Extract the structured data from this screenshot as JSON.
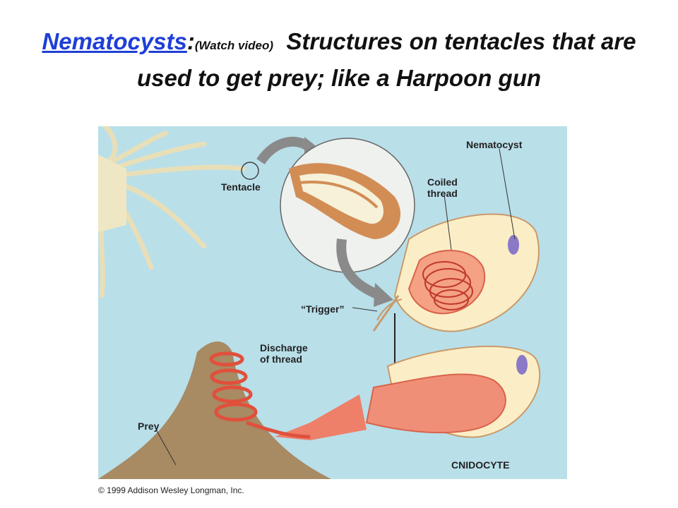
{
  "title": {
    "link_text": "Nematocysts",
    "colon": ":",
    "watch": "(Watch video)",
    "rest": "Structures on tentacles that are used to get prey; like a Harpoon gun"
  },
  "diagram": {
    "labels": {
      "nematocyst": "Nematocyst",
      "tentacle": "Tentacle",
      "coiled_thread_1": "Coiled",
      "coiled_thread_2": "thread",
      "trigger": "“Trigger”",
      "discharge_1": "Discharge",
      "discharge_2": "of thread",
      "prey": "Prey",
      "cnidocyte": "CNIDOCYTE"
    },
    "copyright": "© 1999 Addison Wesley Longman, Inc."
  },
  "colors": {
    "background": "#b9dfe9",
    "link": "#1f3fd6",
    "cell_body": "#fbeec6",
    "thread": "#e0503c",
    "prey": "#a88a63"
  }
}
